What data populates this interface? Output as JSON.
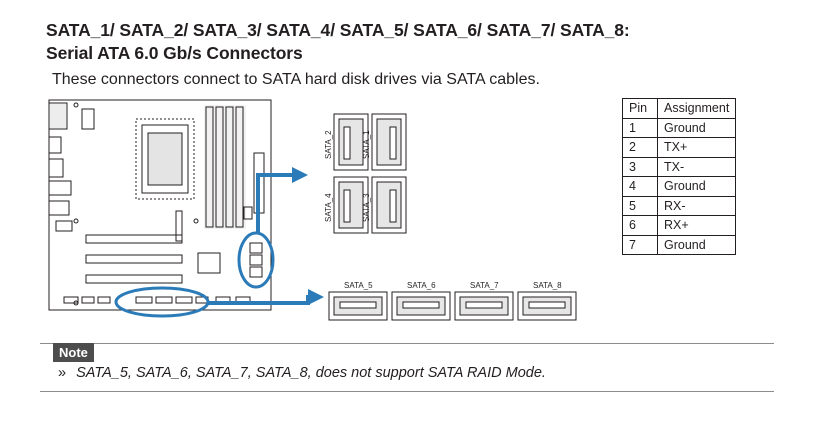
{
  "title_line1": "SATA_1/ SATA_2/ SATA_3/ SATA_4/ SATA_5/ SATA_6/ SATA_7/ SATA_8:",
  "title_line2": "Serial ATA 6.0 Gb/s Connectors",
  "intro": "These connectors connect to SATA hard disk drives via SATA cables.",
  "connectors_vertical": [
    "SATA_2",
    "SATA_1",
    "SATA_4",
    "SATA_3"
  ],
  "connectors_horizontal": [
    "SATA_5",
    "SATA_6",
    "SATA_7",
    "SATA_8"
  ],
  "pin_table": {
    "headers": [
      "Pin",
      "Assignment"
    ],
    "rows": [
      [
        "1",
        "Ground"
      ],
      [
        "2",
        "TX+"
      ],
      [
        "3",
        "TX-"
      ],
      [
        "4",
        "Ground"
      ],
      [
        "5",
        "RX-"
      ],
      [
        "6",
        "RX+"
      ],
      [
        "7",
        "Ground"
      ]
    ]
  },
  "note": {
    "label": "Note",
    "bullet": "»",
    "text": "SATA_5, SATA_6, SATA_7, SATA_8, does not support SATA RAID Mode."
  },
  "colors": {
    "accent_blue": "#2b7bb9",
    "note_tag": "#4d4d4d"
  }
}
